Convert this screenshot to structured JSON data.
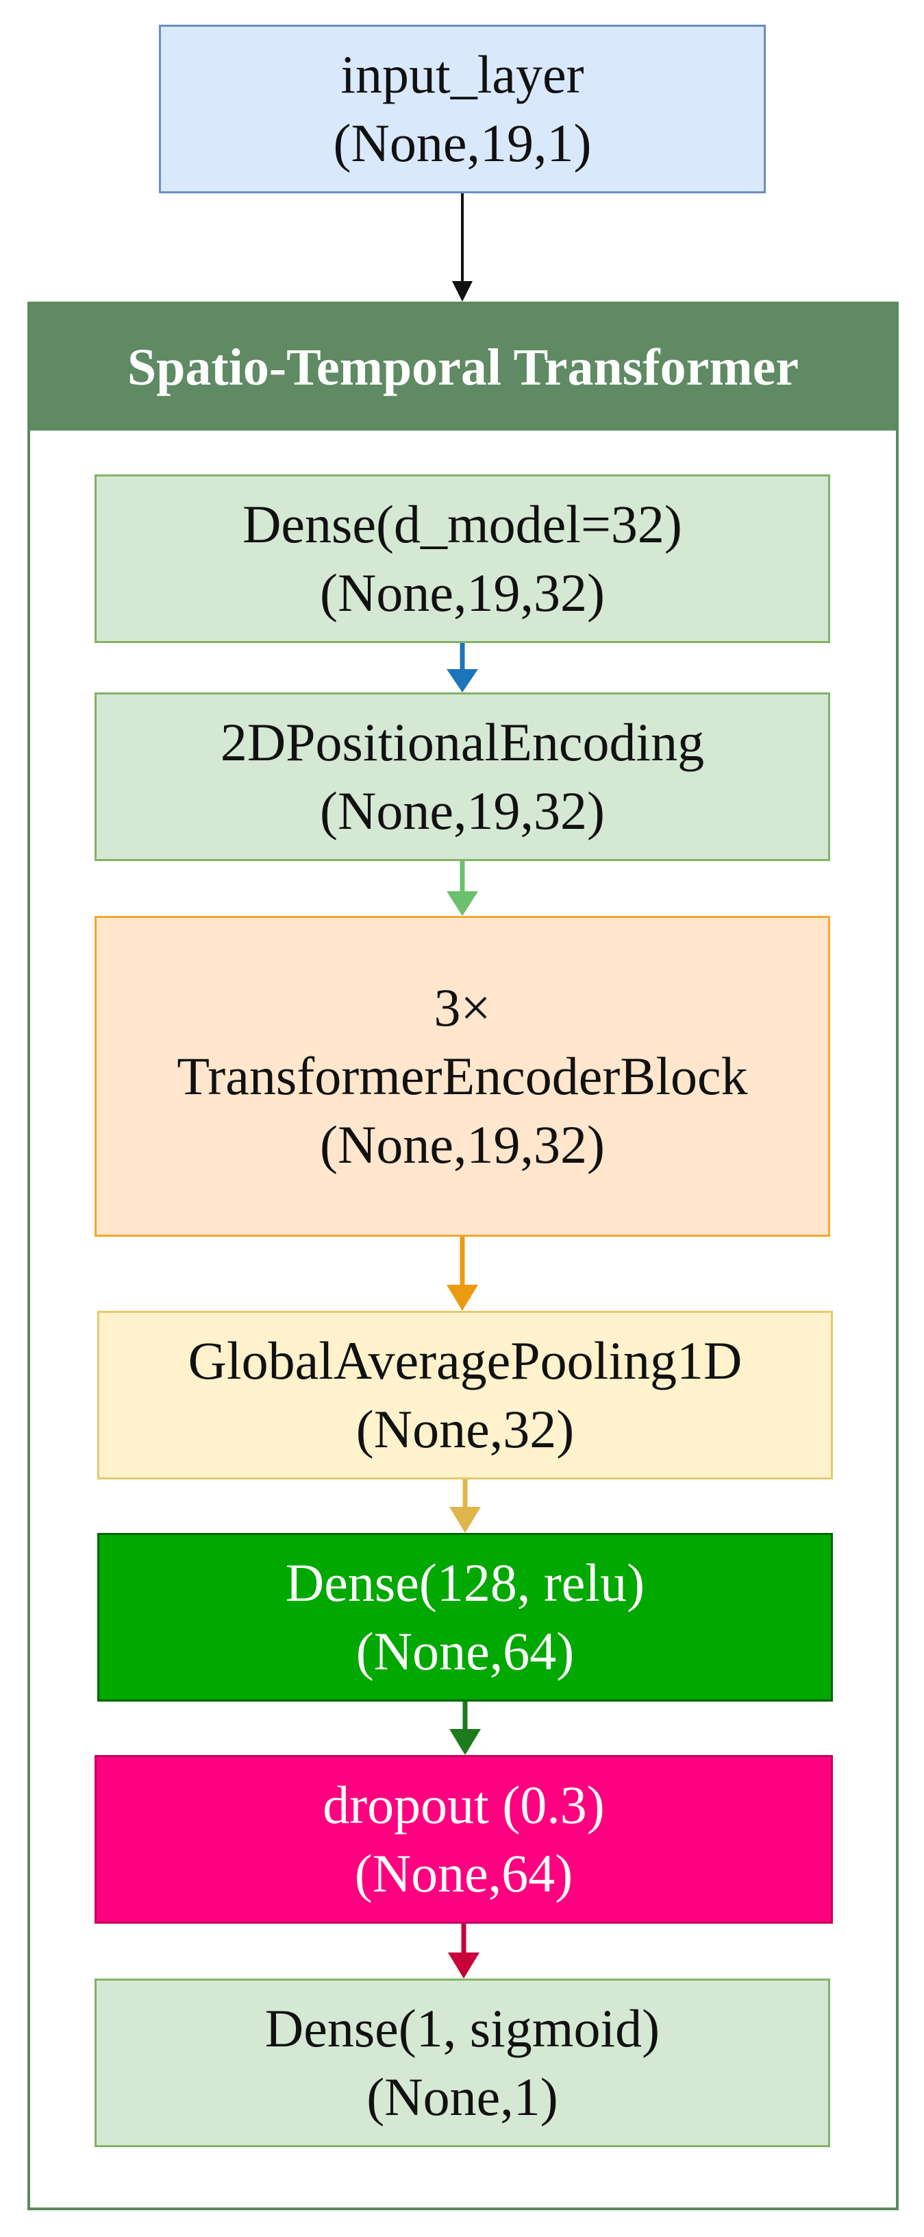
{
  "input_layer": {
    "name": "input_layer",
    "shape": "(None,19,1)"
  },
  "container": {
    "title": "Spatio-Temporal Transformer"
  },
  "blocks": [
    {
      "lines": [
        "Dense(d_model=32)",
        "(None,19,32)"
      ]
    },
    {
      "lines": [
        "2DPositionalEncoding",
        "(None,19,32)"
      ]
    },
    {
      "lines": [
        "3×",
        "TransformerEncoderBlock",
        "(None,19,32)"
      ]
    },
    {
      "lines": [
        "GlobalAveragePooling1D",
        "(None,32)"
      ]
    },
    {
      "lines": [
        "Dense(128, relu)",
        "(None,64)"
      ]
    },
    {
      "lines": [
        "dropout (0.3)",
        "(None,64)"
      ]
    },
    {
      "lines": [
        "Dense(1, sigmoid)",
        "(None,1)"
      ]
    }
  ],
  "colors": {
    "input_fill": "#dae8fc",
    "input_border": "#6c8ebf",
    "container_header": "#5f8a63",
    "container_border": "#5a8a5e",
    "light_green_fill": "#d5e8d4",
    "light_green_border": "#82b366",
    "orange_fill": "#ffe6cc",
    "orange_border": "#f0a830",
    "yellow_fill": "#fff2cc",
    "yellow_border": "#e6c86e",
    "green_fill": "#00a800",
    "green_border": "#006600",
    "magenta_fill": "#ff0080",
    "magenta_border": "#c5005f",
    "arrow_black": "#111111",
    "arrow_blue": "#1b75bb",
    "arrow_lightgreen": "#6cbf6c",
    "arrow_orange": "#ec9b10",
    "arrow_gold": "#e0b54c",
    "arrow_darkgreen": "#1d7a1d",
    "arrow_crimson": "#c8003a"
  }
}
